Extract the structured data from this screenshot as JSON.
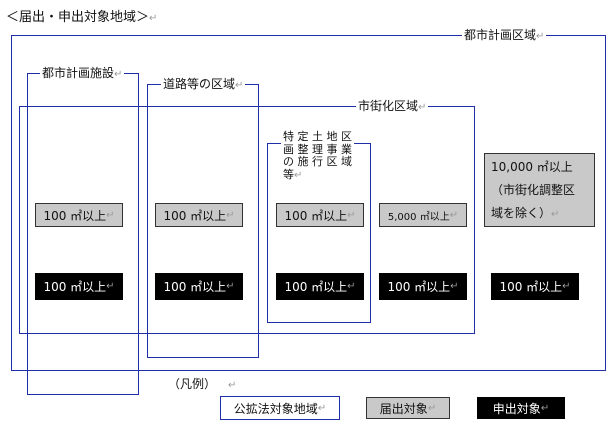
{
  "heading": "＜届出・申出対象地域＞",
  "areas": {
    "city_planning_area": "都市計画区域",
    "city_planning_facility": "都市計画施設",
    "road_area": "道路等の区域",
    "urbanization_area": "市街化区域",
    "land_readjustment": [
      "特 定 土 地 区",
      "画 整 理 事 業",
      "の 施 行 区 域",
      "等"
    ]
  },
  "columns": [
    {
      "id": "facility",
      "gray": "100 ㎡以上",
      "black": "100 ㎡以上"
    },
    {
      "id": "road",
      "gray": "100 ㎡以上",
      "black": "100 ㎡以上"
    },
    {
      "id": "readjustment",
      "gray": "100 ㎡以上",
      "black": "100 ㎡以上"
    },
    {
      "id": "urbanization",
      "gray": "5,000 ㎡以上",
      "black": "100 ㎡以上"
    },
    {
      "id": "other",
      "gray_lines": [
        "10,000 ㎡以上",
        "（市街化調整区",
        "域を除く）"
      ],
      "black": "100 ㎡以上"
    }
  ],
  "legend": {
    "title": "（凡例）",
    "public_area": "公拡法対象地域",
    "notification": "届出対象",
    "application": "申出対象"
  },
  "colors": {
    "border_blue": "#1f2fa8",
    "gray_fill": "#c9c9c9",
    "black_fill": "#000000",
    "return_mark": "#999999"
  }
}
